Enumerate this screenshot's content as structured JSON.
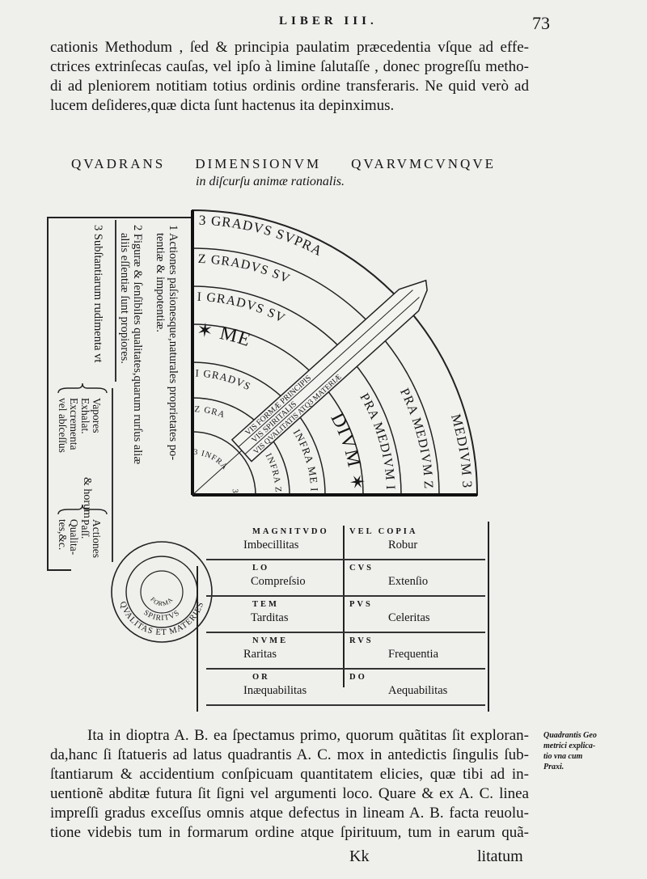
{
  "header": {
    "running_title": "LIBER III.",
    "page_number": "73"
  },
  "top_paragraph": [
    "cationis Methodum , ſed & principia paulatim præcedentia vſque ad effe-",
    "ctrices extrinſecas cauſas, vel ipſo à limine ſalutaſſe , donec progreſſu metho-",
    "di ad pleniorem notitiam totius ordinis ordine transferaris. Ne quid verò ad",
    "lucem deſideres,quæ dicta ſunt hactenus ita depinximus."
  ],
  "figure": {
    "title": "QVADRANS DIMENSIONVM QVARVMCVNQVE",
    "subtitle": "in diſcurſu animæ rationalis.",
    "left_box": {
      "item1": [
        "1 Actiones paſsionesque,naturales proprietates po-",
        "tentiæ & impotentiæ."
      ],
      "item2": [
        "2 Figuræ & ſenſibiles qualitates,quarum rurſus aliæ",
        "aliis eſſentiæ ſunt propiores."
      ],
      "item3": "3 Subſtantiarum rudimenta vt",
      "brace1": [
        "Vapores",
        "Exhalat.",
        "Excrementa",
        "vel abſceſſus"
      ],
      "connector": "& horum",
      "brace2": [
        "Actiones",
        "Paſſ.",
        "Qualita-",
        "tes,&c."
      ]
    },
    "bands": [
      {
        "left": "3 GRADVS SVPRA",
        "right": "MEDIVM 3"
      },
      {
        "left": "Z GRADVS SV",
        "right": "PRA MEDIVM Z"
      },
      {
        "left": "I GRADVS SV",
        "right": "PRA MEDIVM I"
      },
      {
        "left": "✶ ME",
        "right": "DIVM ✶"
      },
      {
        "left": "I GRADVS",
        "right": "INFRA ME I"
      },
      {
        "left": "Z GRA",
        "right": "INFRA Z"
      },
      {
        "left": "3 INFRA",
        "right": "3"
      }
    ],
    "rod": [
      "VIS FORMÆ PRINCIPIS",
      "VIS SPIRITALIS",
      "VIS QVALITATIS ATQ3 MATERIÆ"
    ],
    "emblem": [
      "FORMA",
      "SPIRITVS",
      "QVALITAS ET MATERIES"
    ],
    "table": [
      {
        "cap_left": "MAGNITVDO",
        "left": "Imbecillitas",
        "cap_right": "VEL COPIA",
        "right": "Robur"
      },
      {
        "cap_left": "LO",
        "left": "Compreſsio",
        "cap_right": "CVS",
        "right": "Extenſio"
      },
      {
        "cap_left": "TEM",
        "left": "Tarditas",
        "cap_right": "PVS",
        "right": "Celeritas"
      },
      {
        "cap_left": "NVME",
        "left": "Raritas",
        "cap_right": "RVS",
        "right": "Frequentia"
      },
      {
        "cap_left": "OR",
        "left": "Inæquabilitas",
        "cap_right": "DO",
        "right": "Aequabilitas"
      }
    ]
  },
  "bottom_paragraph": [
    "Ita in dioptra A. B. ea ſpectamus primo, quorum quãtitas ſit exploran-",
    "da,hanc ſi ſtatueris ad latus quadrantis A. C. mox in antedictis ſingulis ſub-",
    "ſtantiarum & accidentium conſpicuam quantitatem elicies, quæ tibi ad in-",
    "uentionẽ abditæ futura ſit ſigni vel argumenti loco. Quare & ex A. C. linea",
    "impreſſi gradus exceſſus omnis atque defectus in lineam A. B. facta reuolu-",
    "tione videbis tum in formarum ordine atque ſpirituum, tum in earum quã-"
  ],
  "signature": "Kk",
  "catchword": "litatum",
  "margin_note": [
    "Quadrantis Geo",
    "metrici explica-",
    "tio vna cum",
    "Praxi."
  ]
}
